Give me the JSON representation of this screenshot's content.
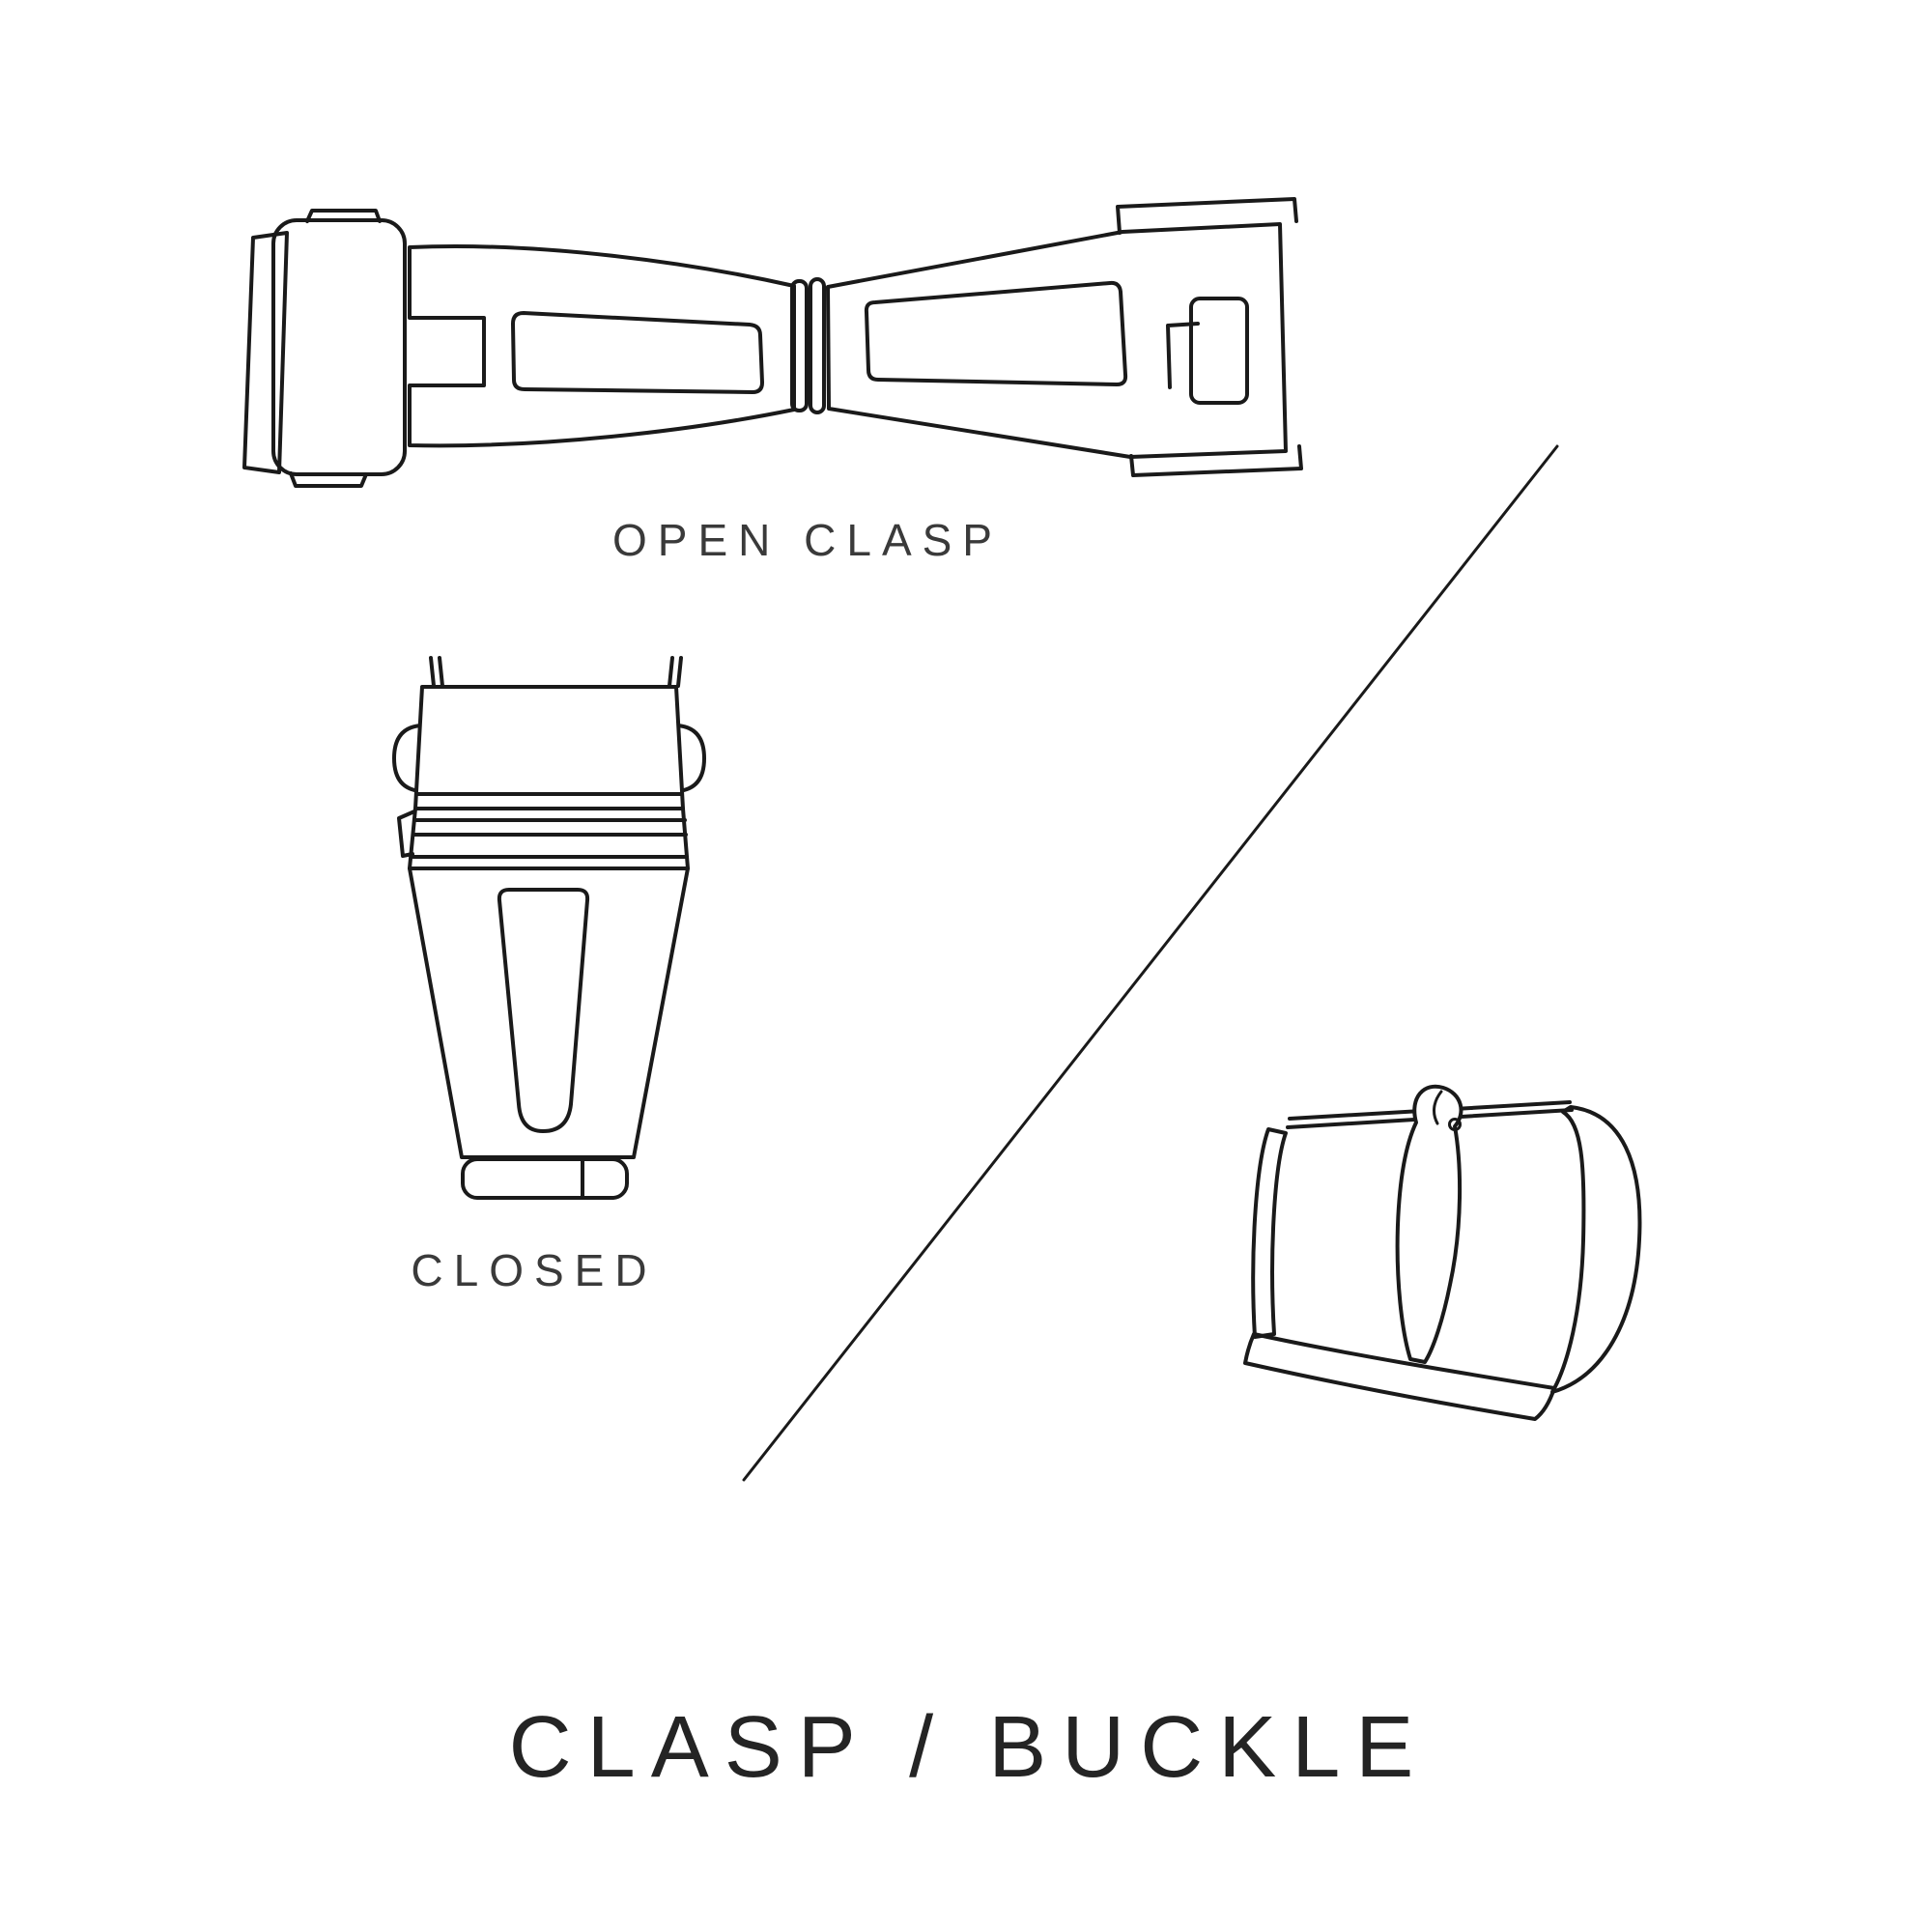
{
  "page": {
    "background": "#ffffff",
    "line_color": "#1a1a1a",
    "text_color": "#3a3a3a",
    "title_color": "#242424"
  },
  "diagram": {
    "title": "CLASP / BUCKLE",
    "labels": {
      "open_clasp": "OPEN CLASP",
      "closed": "CLOSED"
    },
    "illustrations": [
      {
        "name": "open-clasp-illustration",
        "description": "watch deployant clasp shown open, top view"
      },
      {
        "name": "closed-clasp-illustration",
        "description": "watch deployant clasp shown closed, top view"
      },
      {
        "name": "tang-buckle-illustration",
        "description": "watch strap tang buckle with prong"
      }
    ],
    "divider": {
      "name": "diagonal-divider"
    }
  }
}
